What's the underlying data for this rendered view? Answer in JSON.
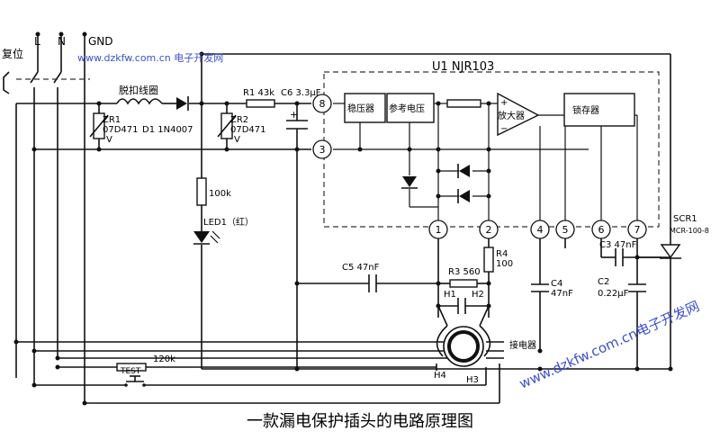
{
  "title": "一款漏电保护插头的电路原理图",
  "watermarks": {
    "top": "www.dzkfw.com.cn 电子开发网",
    "diagonal_url": "www.dzkfw.com.cn",
    "diagonal_cn": "电子开发网"
  },
  "terminals": {
    "l": "L",
    "n": "N",
    "gnd": "GND",
    "reset": "复位"
  },
  "ic": {
    "name": "U1 NJR103",
    "blocks": {
      "regulator": "稳压器",
      "reference": "参考电压",
      "amplifier": "放大器",
      "latch": "锁存器"
    },
    "amp_plus": "+",
    "amp_minus": "−",
    "pins": [
      "8",
      "3",
      "1",
      "2",
      "4",
      "5",
      "6",
      "7"
    ]
  },
  "components": {
    "trip_coil": "脱扣线圈",
    "zr1": [
      "ZR1",
      "07D471",
      "V"
    ],
    "d1": "D1 1N4007",
    "r1": "R1 43k",
    "c6": "C6 3.3μF",
    "c6_plus": "+",
    "zr2": [
      "ZR2",
      "07D471",
      "V"
    ],
    "r_led": "100k",
    "led1": "LED1（红）",
    "c5": "C5 47nF",
    "r3": "R3 560",
    "r4": [
      "R4",
      "100"
    ],
    "c4": [
      "C4",
      "47nF"
    ],
    "c3": "C3 47nF",
    "c2": [
      "C2",
      "0.22μF"
    ],
    "scr1": [
      "SCR1",
      "MCR-100-8"
    ],
    "h1": "H1",
    "h2": "H2",
    "h3": "H3",
    "h4": "H4",
    "ct": "接电器",
    "test": "TEST",
    "r_test": "120k"
  }
}
